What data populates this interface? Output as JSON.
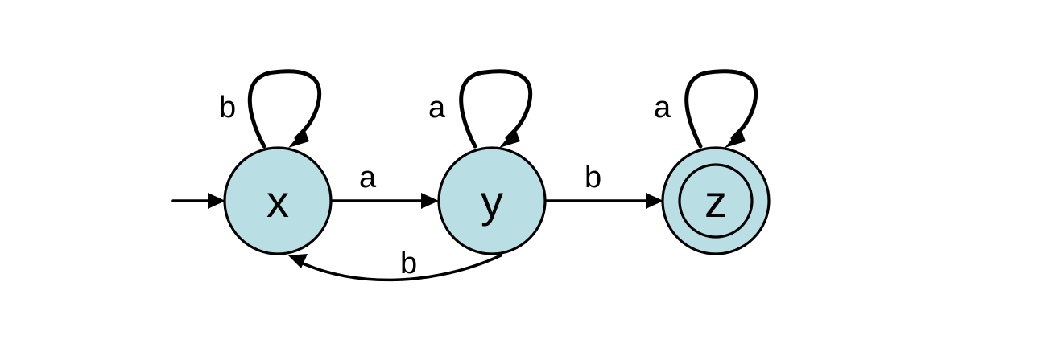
{
  "diagram": {
    "type": "finite-automaton",
    "colors": {
      "state_fill": "#b9dfe4",
      "stroke": "#000000",
      "background": "#ffffff"
    },
    "start_state": "x",
    "accepting_states": [
      "z"
    ],
    "states": [
      {
        "id": "x",
        "label": "x"
      },
      {
        "id": "y",
        "label": "y"
      },
      {
        "id": "z",
        "label": "z"
      }
    ],
    "transitions": [
      {
        "from": "x",
        "to": "x",
        "label": "b"
      },
      {
        "from": "x",
        "to": "y",
        "label": "a"
      },
      {
        "from": "y",
        "to": "y",
        "label": "a"
      },
      {
        "from": "y",
        "to": "x",
        "label": "b"
      },
      {
        "from": "y",
        "to": "z",
        "label": "b"
      },
      {
        "from": "z",
        "to": "z",
        "label": "a"
      }
    ]
  }
}
